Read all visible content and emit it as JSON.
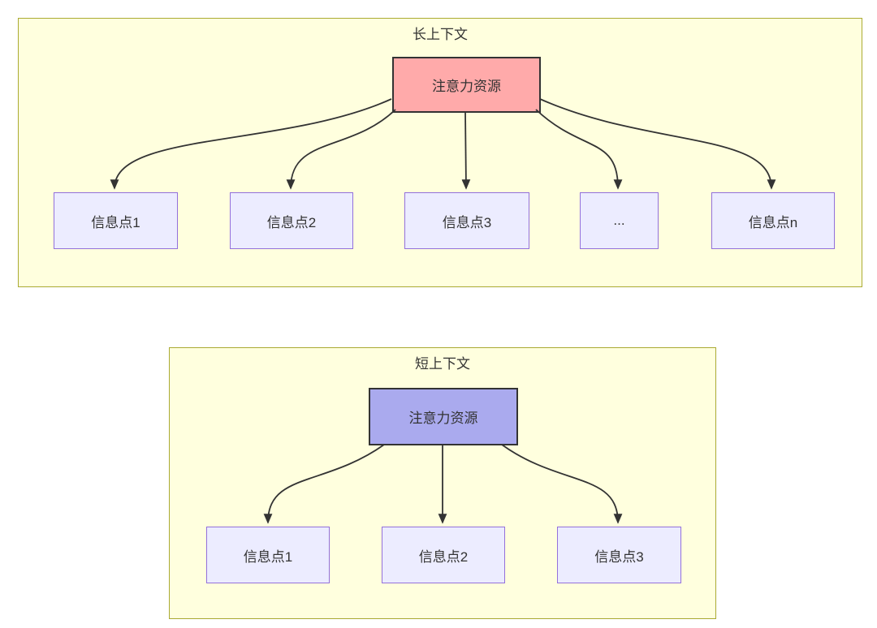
{
  "colors": {
    "container-fill": "#ffffde",
    "container-border": "#aaaa33",
    "node-fill": "#ececff",
    "node-border": "#9370db",
    "attention-long-fill": "#ffaaaa",
    "attention-short-fill": "#aaaaee",
    "attention-border": "#333333",
    "arrow": "#333333",
    "text": "#333333"
  },
  "long_context": {
    "title": "长上下文",
    "attention_label": "注意力资源",
    "nodes": [
      {
        "label": "信息点1"
      },
      {
        "label": "信息点2"
      },
      {
        "label": "信息点3"
      },
      {
        "label": "..."
      },
      {
        "label": "信息点n"
      }
    ]
  },
  "short_context": {
    "title": "短上下文",
    "attention_label": "注意力资源",
    "nodes": [
      {
        "label": "信息点1"
      },
      {
        "label": "信息点2"
      },
      {
        "label": "信息点3"
      }
    ]
  }
}
